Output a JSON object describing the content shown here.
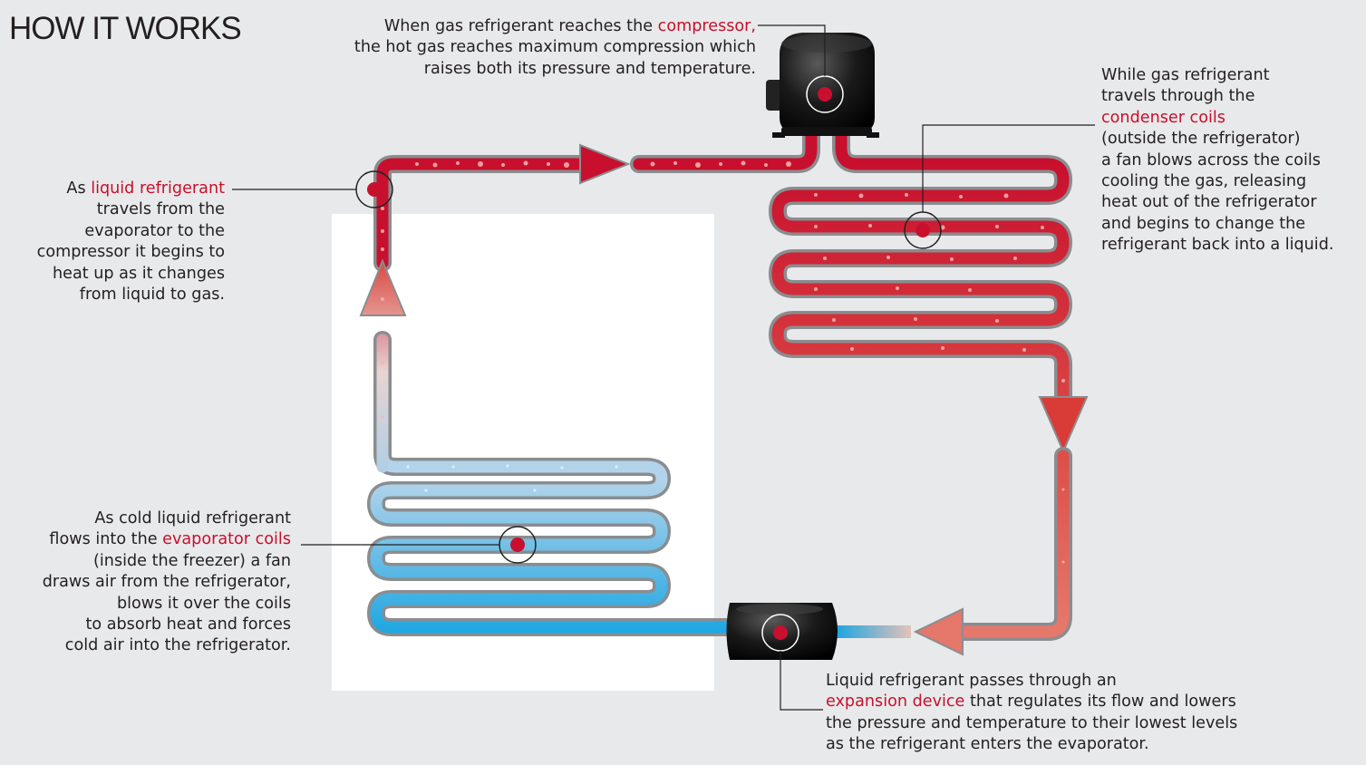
{
  "title": "HOW IT WORKS",
  "colors": {
    "highlight": "#c8102e",
    "hot": "#c8102e",
    "cold": "#22a6e0",
    "background": "#e8e9ea"
  },
  "notes": {
    "compressor": {
      "l1a": "When gas refrigerant reaches the ",
      "l1b": "compressor,",
      "l2": "the hot gas reaches maximum compression which",
      "l3": "raises both its pressure and temperature."
    },
    "liquid": {
      "l1a": "As ",
      "l1b": "liquid refrigerant",
      "l2": "travels from the",
      "l3": "evaporator to the",
      "l4": "compressor it begins to",
      "l5": "heat up as it changes",
      "l6": "from liquid to gas."
    },
    "condenser": {
      "l1": "While gas refrigerant",
      "l2": "travels through the",
      "l3": "condenser coils",
      "l4": "(outside the refrigerator)",
      "l5": "a fan blows across the coils",
      "l6": "cooling the gas, releasing",
      "l7": "heat out of the refrigerator",
      "l8": "and begins to change the",
      "l9": "refrigerant back into a liquid."
    },
    "evaporator": {
      "l1": "As cold liquid refrigerant",
      "l2a": "flows into the ",
      "l2b": "evaporator coils",
      "l3": "(inside the freezer) a fan",
      "l4": "draws air from the refrigerator,",
      "l5": "blows it over the coils",
      "l6": "to absorb heat and forces",
      "l7": "cold air into the refrigerator."
    },
    "expansion": {
      "l1": "Liquid refrigerant passes through an",
      "l2a": "expansion device",
      "l2b": " that regulates its flow and lowers",
      "l3": "the pressure and temperature to their lowest levels",
      "l4": "as the refrigerant enters the evaporator."
    }
  }
}
